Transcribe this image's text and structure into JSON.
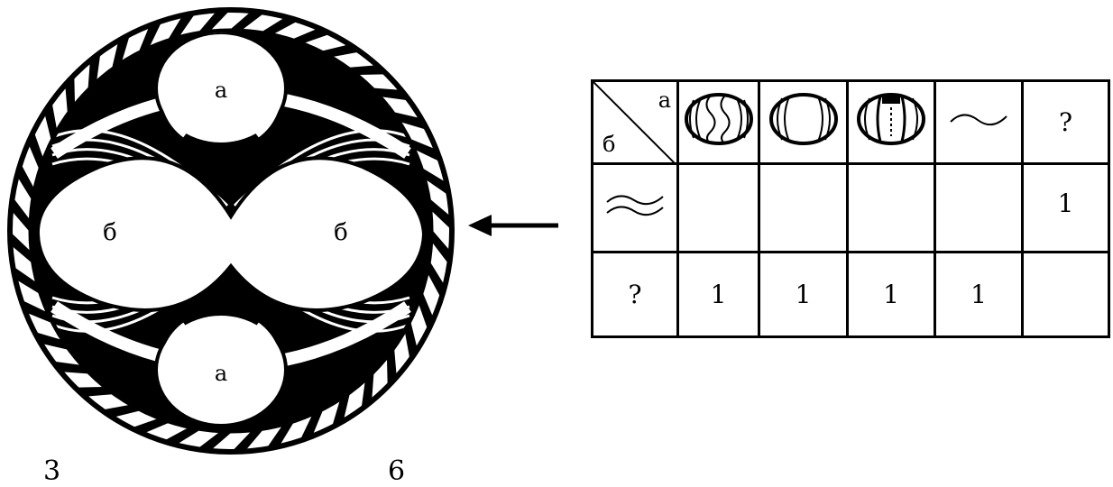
{
  "plate": {
    "label_a": "а",
    "label_b": "б"
  },
  "captions": {
    "left": "3",
    "right": "6"
  },
  "table": {
    "corner_col_label": "а",
    "corner_row_label": "б",
    "header_icons": [
      "ball-wavy-lines-icon",
      "ball-arcs-icon",
      "ball-dotted-band-icon",
      "single-wave-icon"
    ],
    "header_last": "?",
    "rows": [
      {
        "row_icon": "double-wave-icon",
        "cells": [
          "",
          "",
          "",
          "",
          "1"
        ]
      },
      {
        "row_label": "?",
        "cells": [
          "1",
          "1",
          "1",
          "1",
          ""
        ]
      }
    ]
  },
  "arrow_icon": "left-arrow-icon"
}
